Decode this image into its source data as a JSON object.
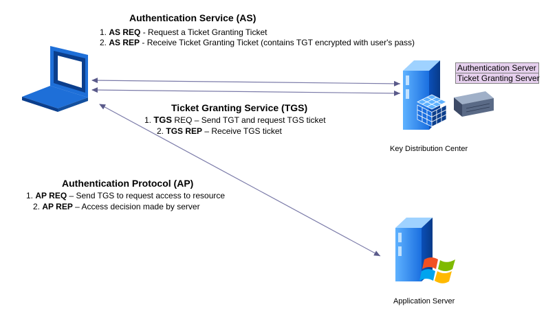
{
  "as_section": {
    "title": "Authentication Service (AS)",
    "step1_num": "1.",
    "step1_code": "AS REQ",
    "step1_text": " - Request a Ticket Granting Ticket",
    "step2_num": "2.",
    "step2_code": "AS REP",
    "step2_text": " - Receive Ticket Granting Ticket (contains TGT encrypted with user's pass)"
  },
  "tgs_section": {
    "title": "Ticket Granting Service (TGS)",
    "step1_num": "1.",
    "step1_code_bold": "TGS",
    "step1_code_rest": " REQ",
    "step1_text": " – Send TGT and request TGS ticket",
    "step2_num": "2.",
    "step2_code": "TGS REP",
    "step2_text": " – Receive TGS ticket"
  },
  "ap_section": {
    "title": "Authentication Protocol (AP)",
    "step1_num": "1.",
    "step1_code": "AP REQ",
    "step1_text": " – Send TGS to request access to resource",
    "step2_num": "2.",
    "step2_code": "AP REP",
    "step2_text": " – Access decision made by server"
  },
  "kdc": {
    "label": "Key Distribution Center",
    "roles": [
      "Authentication Server",
      "Ticket Granting Server"
    ]
  },
  "app_server": {
    "label": "Application Server"
  },
  "icons": {
    "client": "laptop-icon",
    "kdc": "server-tower-icon",
    "kdc_db": "database-cube-icon",
    "kdc_rack": "rack-server-icon",
    "app": "server-tower-icon",
    "app_logo": "windows-logo-icon"
  },
  "colors": {
    "blue": "#1e6fd8",
    "blue_dark": "#0b3e8c",
    "connector": "#7a7aa8",
    "role_fill": "#e6d0ee"
  }
}
